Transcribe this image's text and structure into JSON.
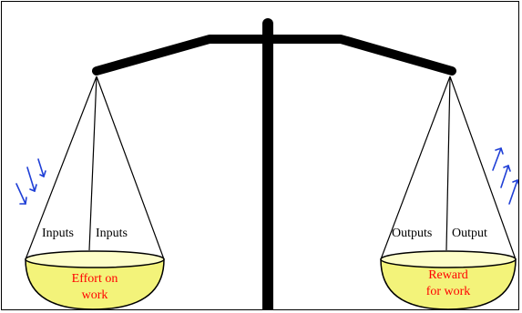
{
  "left_pan": {
    "rope_labels": [
      "Inputs",
      "Inputs"
    ],
    "text_line1": "Effort on",
    "text_line2": "work"
  },
  "right_pan": {
    "rope_labels": [
      "Outputs",
      "Output"
    ],
    "text_line1": "Reward",
    "text_line2": "for work"
  },
  "colors": {
    "beam": "#000000",
    "pan_fill": "#f3f37a",
    "pan_rim": "#fdfdc8",
    "pan_text": "#ff0000",
    "arrows": "#1f3fd6"
  },
  "icons": {
    "left_arrows": "down-arrows-icon",
    "right_arrows": "up-arrows-icon"
  }
}
